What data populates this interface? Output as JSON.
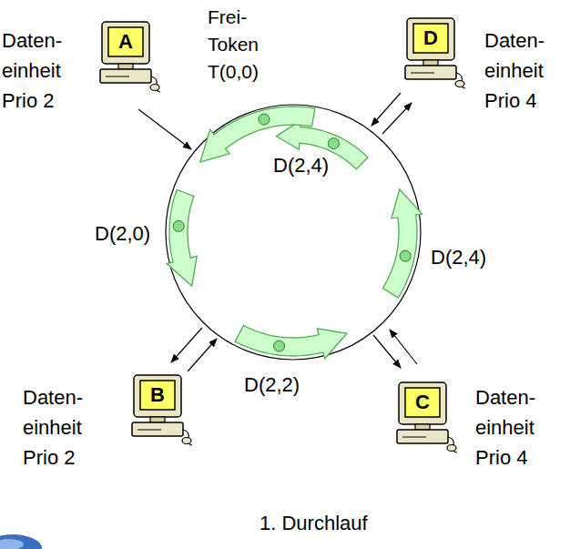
{
  "diagram": {
    "caption": "1. Durchlauf",
    "nodes": [
      {
        "text": [
          "A"
        ]
      },
      {
        "text": [
          "D"
        ]
      },
      {
        "text": [
          "B"
        ]
      },
      {
        "text": [
          "C"
        ]
      }
    ],
    "labels": [
      "Daten- einheit Prio 2",
      "Frei- Token T(0,0)",
      "Daten- einheit Prio 4",
      "D(2,4)",
      "D(2,0)",
      "D(2,4)",
      "Daten- einheit Prio 2",
      "D(2,2)",
      "Daten- einheit Prio 4"
    ]
  }
}
